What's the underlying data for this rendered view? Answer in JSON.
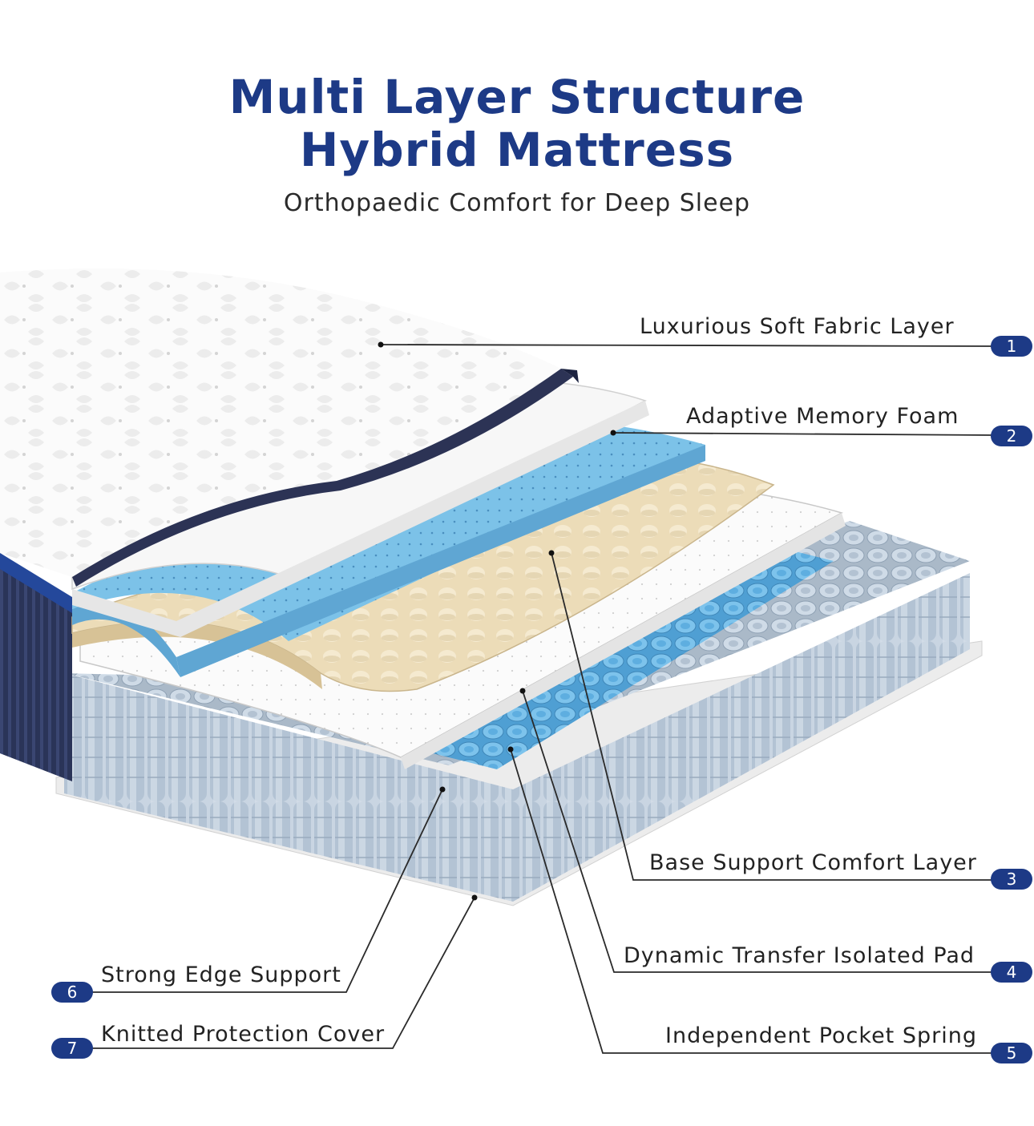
{
  "header": {
    "title_line1": "Multi Layer Structure",
    "title_line2": "Hybrid Mattress",
    "subtitle": "Orthopaedic Comfort for Deep Sleep"
  },
  "callouts": [
    {
      "number": "1",
      "label": "Luxurious Soft Fabric Layer"
    },
    {
      "number": "2",
      "label": "Adaptive Memory Foam"
    },
    {
      "number": "3",
      "label": "Base Support Comfort Layer"
    },
    {
      "number": "4",
      "label": "Dynamic Transfer Isolated Pad"
    },
    {
      "number": "5",
      "label": "Independent Pocket Spring"
    },
    {
      "number": "6",
      "label": "Strong Edge Support"
    },
    {
      "number": "7",
      "label": "Knitted Protection Cover"
    }
  ],
  "colors": {
    "accent": "#1d3a86",
    "foam_blue": "#7cc2e8",
    "latex_beige": "#ecdcb8",
    "spring_gray": "#b9c7d6",
    "spring_blue": "#6cb8e6"
  }
}
